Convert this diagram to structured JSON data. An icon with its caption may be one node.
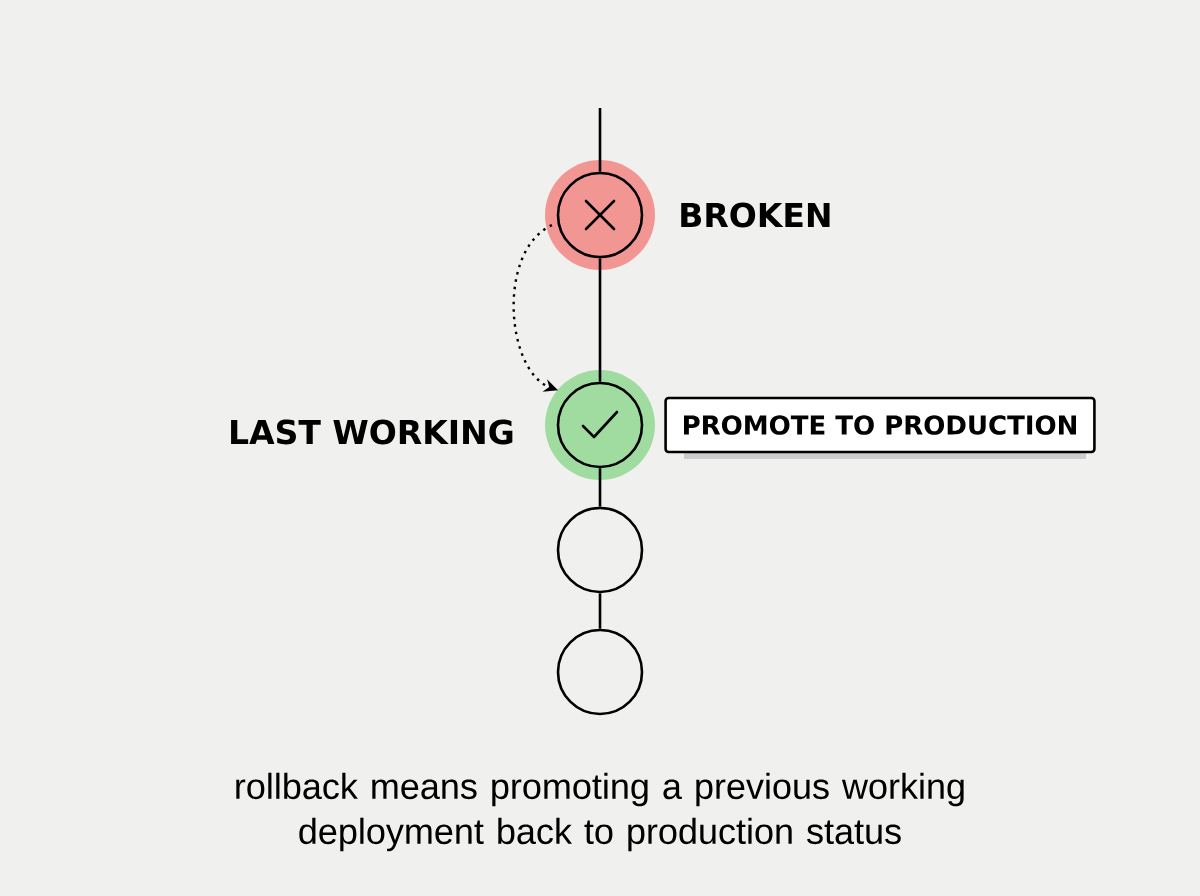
{
  "diagram": {
    "caption": "rollback means promoting a previous working deployment back to production status",
    "nodes": [
      {
        "text": [],
        "shape": "circle",
        "beside": [
          "BROKEN"
        ]
      },
      {
        "text": [],
        "shape": "circle",
        "beside": [
          "LAST WORKING"
        ]
      },
      {
        "text": [
          "PROMOTE TO PRODUCTION"
        ]
      },
      {
        "text": [],
        "shape": "circle"
      },
      {
        "text": [],
        "shape": "circle"
      }
    ],
    "edges": [
      {
        "from": null,
        "to": 0,
        "arrow": "none"
      },
      {
        "from": 0,
        "to": 1,
        "arrow": "none"
      },
      {
        "from": 1,
        "to": 3,
        "arrow": "none"
      },
      {
        "from": 3,
        "to": 4,
        "arrow": "none"
      },
      {
        "from": 0,
        "to": 1,
        "arrow": "to",
        "style": "dashed"
      }
    ]
  }
}
